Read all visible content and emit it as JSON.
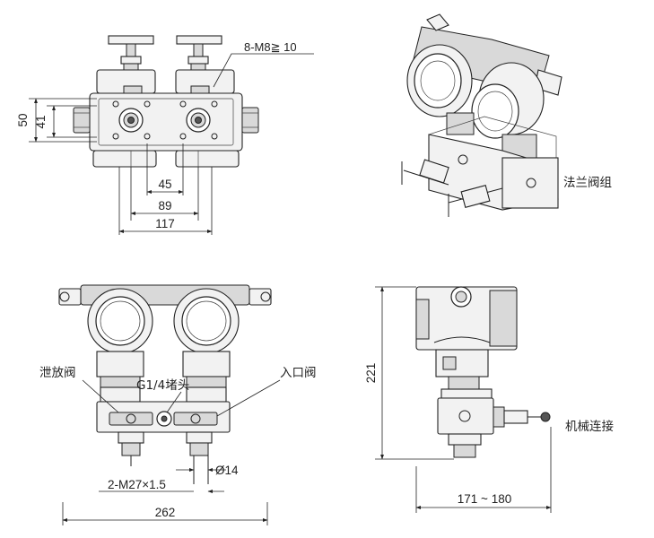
{
  "top_view": {
    "thread_callout": "8-M8≧ 10",
    "dim_height_outer": "50",
    "dim_height_inner": "41",
    "dim_45": "45",
    "dim_89": "89",
    "dim_117": "117"
  },
  "iso_view": {
    "label_flange_valve": "法兰阀组"
  },
  "front_view": {
    "label_vent_valve": "泄放阀",
    "label_plug": "G1/4堵头",
    "label_inlet_valve": "入口阀",
    "label_thread": "2-M27×1.5",
    "label_diameter": "Ø14",
    "dim_262": "262"
  },
  "side_view": {
    "dim_221": "221",
    "label_mechanical_connection": "机械连接",
    "dim_171_180": "171 ~ 180"
  }
}
